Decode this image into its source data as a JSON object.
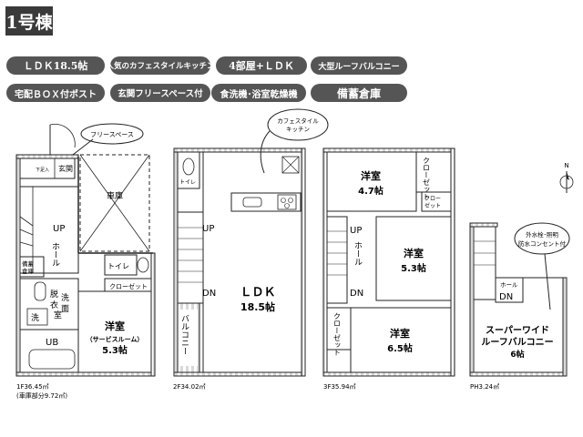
{
  "building_title": "1号棟",
  "features": [
    "ＬＤＫ18.5帖",
    "人気のカフェスタイルキッチン",
    "4部屋+ＬＤＫ",
    "大型ルーフバルコニー",
    "宅配ＢＯＸ付ポスト",
    "玄関フリースペース付",
    "食洗機･浴室乾燥機",
    "備蓄倉庫"
  ],
  "floor1": {
    "free_space_callout": "フリースペース",
    "genkan": "玄関",
    "shoe_box": "下足入",
    "garage": "車庫",
    "up": "UP",
    "hall": "ホール",
    "storage": [
      "備蓄",
      "倉庫"
    ],
    "toilet": "トイレ",
    "closet": "クローゼット",
    "washroom": [
      "脱",
      "洗",
      "衣",
      "面",
      "室"
    ],
    "wash": "洗",
    "bath": "UB",
    "room_name": "洋室",
    "room_sub": "（サービスルーム）",
    "room_size": "5.3帖",
    "area": "1F36.45㎡",
    "area_sub": "(車庫部分9.72㎡)"
  },
  "floor2": {
    "kitchen_callout": [
      "カフェスタイル",
      "キッチン"
    ],
    "toilet": "トイレ",
    "up": "UP",
    "dn": "DN",
    "ldk": "ＬＤＫ",
    "ldk_size": "18.5帖",
    "balcony": "バルコニー",
    "area": "2F34.02㎡"
  },
  "floor3": {
    "room1_name": "洋室",
    "room1_size": "4.7帖",
    "closet_v": "クローゼット",
    "closet_h": [
      "クロー",
      "ゼット"
    ],
    "up": "UP",
    "hall": "ホール",
    "dn": "DN",
    "room2_name": "洋室",
    "room2_size": "5.3帖",
    "room3_name": "洋室",
    "room3_size": "6.5帖",
    "area": "3F35.94㎡"
  },
  "penthouse": {
    "outlet_callout": [
      "外水栓･照明",
      "防水コンセント付"
    ],
    "hall": "ホール",
    "dn": "DN",
    "balcony_name": [
      "スーパーワイド",
      "ルーフバルコニー"
    ],
    "balcony_size": "6帖",
    "area": "PH3.24㎡"
  },
  "compass_label": "N"
}
